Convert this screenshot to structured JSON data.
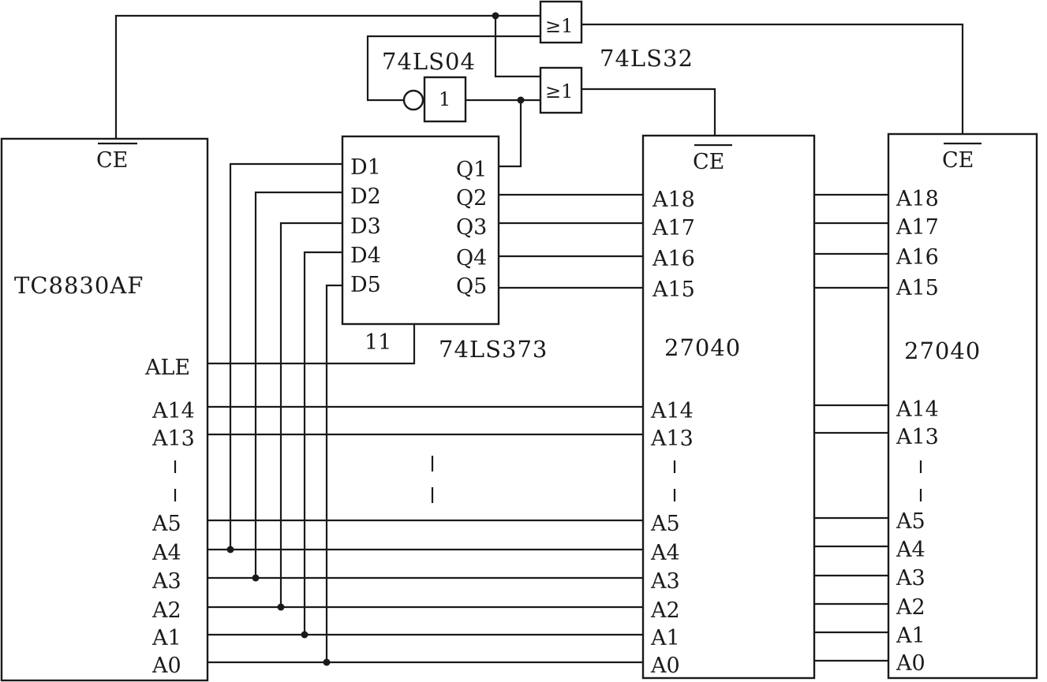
{
  "chips": {
    "cpu": {
      "name": "TC8830AF",
      "ce": "CE",
      "ale": "ALE",
      "pins": [
        "A14",
        "A13",
        "A5",
        "A4",
        "A3",
        "A2",
        "A1",
        "A0"
      ]
    },
    "latch": {
      "name": "74LS373",
      "inputs": [
        "D1",
        "D2",
        "D3",
        "D4",
        "D5"
      ],
      "outputs": [
        "Q1",
        "Q2",
        "Q3",
        "Q4",
        "Q5"
      ],
      "clock_pin": "11"
    },
    "rom1": {
      "name": "27040",
      "ce": "CE",
      "pins_top": [
        "A18",
        "A17",
        "A16",
        "A15"
      ],
      "pins_bottom": [
        "A14",
        "A13",
        "A5",
        "A4",
        "A3",
        "A2",
        "A1",
        "A0"
      ]
    },
    "rom2": {
      "name": "27040",
      "ce": "CE",
      "pins_top": [
        "A18",
        "A17",
        "A16",
        "A15"
      ],
      "pins_bottom": [
        "A14",
        "A13",
        "A5",
        "A4",
        "A3",
        "A2",
        "A1",
        "A0"
      ]
    }
  },
  "gates": {
    "inverter": {
      "name": "74LS04",
      "symbol": "1"
    },
    "or_gate": {
      "name": "74LS32",
      "symbol": "≥1"
    }
  }
}
